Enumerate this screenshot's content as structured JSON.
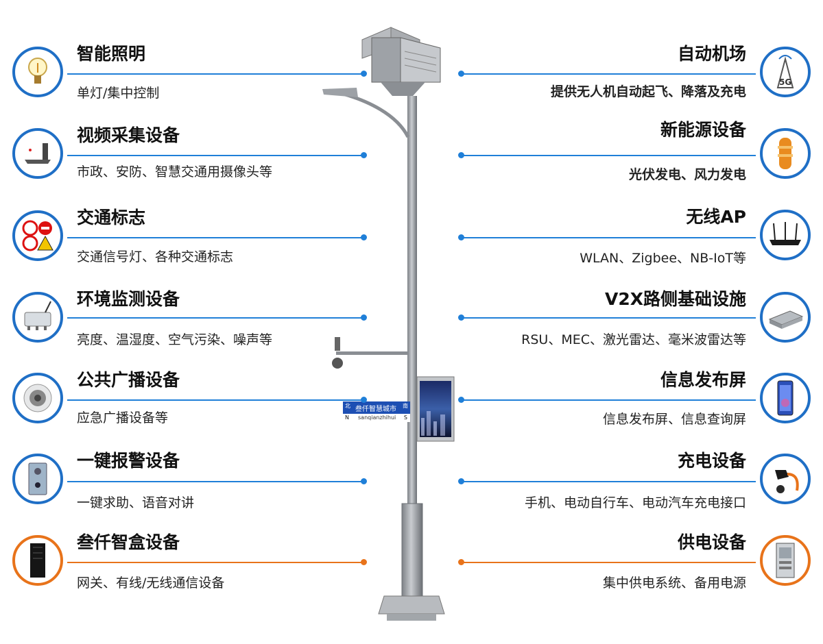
{
  "left_items": [
    {
      "id": "lighting",
      "title": "智能照明",
      "desc": "单灯/集中控制",
      "icon": "light-bulb-icon",
      "accent": "#1f6fc6"
    },
    {
      "id": "video",
      "title": "视频采集设备",
      "desc": "市政、安防、智慧交通用摄像头等",
      "icon": "camera-icon",
      "accent": "#1f6fc6"
    },
    {
      "id": "traffic",
      "title": "交通标志",
      "desc": "交通信号灯、各种交通标志",
      "icon": "traffic-sign-icon",
      "accent": "#1f6fc6"
    },
    {
      "id": "env",
      "title": "环境监测设备",
      "desc": "亮度、温湿度、空气污染、噪声等",
      "icon": "sensor-icon",
      "accent": "#1f6fc6"
    },
    {
      "id": "broadcast",
      "title": "公共广播设备",
      "desc": "应急广播设备等",
      "icon": "speaker-icon",
      "accent": "#1f6fc6"
    },
    {
      "id": "alarm",
      "title": "一键报警设备",
      "desc": "一键求助、语音对讲",
      "icon": "intercom-icon",
      "accent": "#1f6fc6"
    },
    {
      "id": "box",
      "title": "叁仟智盒设备",
      "desc": "网关、有线/无线通信设备",
      "icon": "server-cabinet-icon",
      "accent": "#e8731a"
    }
  ],
  "right_items": [
    {
      "id": "drone",
      "title": "自动机场",
      "desc": "提供无人机自动起飞、降落及充电",
      "icon": "5g-tower-icon",
      "accent": "#1f6fc6"
    },
    {
      "id": "energy",
      "title": "新能源设备",
      "desc": "光伏发电、风力发电",
      "icon": "wind-turbine-icon",
      "accent": "#1f6fc6"
    },
    {
      "id": "ap",
      "title": "无线AP",
      "desc": "WLAN、Zigbee、NB-IoT等",
      "icon": "router-icon",
      "accent": "#1f6fc6"
    },
    {
      "id": "v2x",
      "title": "V2X路侧基础设施",
      "desc": "RSU、MEC、激光雷达、毫米波雷达等",
      "icon": "rsu-device-icon",
      "accent": "#1f6fc6"
    },
    {
      "id": "screen",
      "title": "信息发布屏",
      "desc": "信息发布屏、信息查询屏",
      "icon": "display-screen-icon",
      "accent": "#1f6fc6"
    },
    {
      "id": "charge",
      "title": "充电设备",
      "desc": "手机、电动自行车、电动汽车充电接口",
      "icon": "ev-charger-icon",
      "accent": "#1f6fc6"
    },
    {
      "id": "power",
      "title": "供电设备",
      "desc": "集中供电系统、备用电源",
      "icon": "power-cabinet-icon",
      "accent": "#e8731a"
    }
  ],
  "street_sign": {
    "north": "北",
    "south": "南",
    "north_en": "N",
    "south_en": "S",
    "name_cn": "叁仟智慧城市",
    "name_en": "sanqianzhihui"
  }
}
